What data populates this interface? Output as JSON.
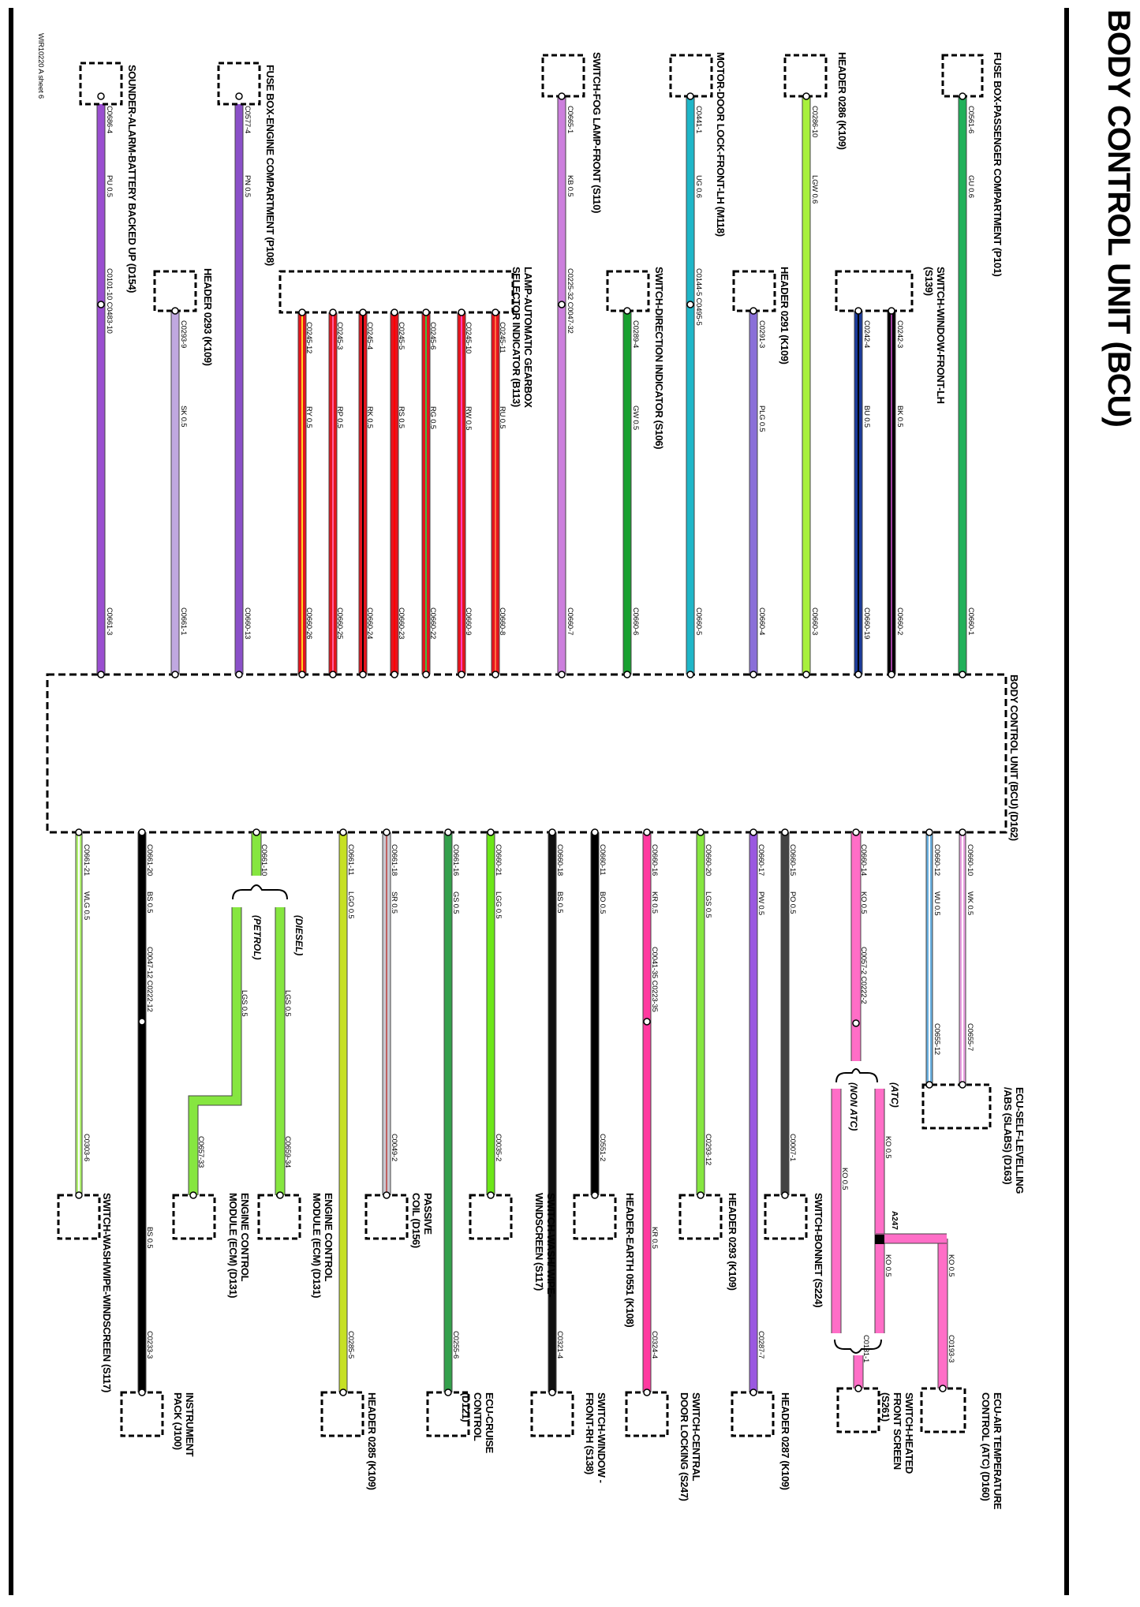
{
  "title": "BODY CONTROL UNIT (BCU)",
  "bcu_label": "BODY CONTROL UNIT (BCU) (D162)",
  "doc_ref": "WIR10220 A sheet 6",
  "colors": {
    "GU": "#21b15a",
    "LGW": "#a8f03c",
    "UG": "#1fb6c8",
    "KB": "#cc7fdd",
    "BK": "#a040a0",
    "BU": "#1a3a9a",
    "PLG": "#8a6fd8",
    "GW": "#18a030",
    "PU": "#9a4ed0",
    "PN": "#8a50c8",
    "SK": "#c0a8e0",
    "RED": "#e6141e",
    "LGS": "#86e640",
    "LGO": "#c6e024",
    "GS": "#34a04c",
    "LGG": "#6ce618",
    "BS": "#111111",
    "BO": "#000000",
    "KR": "#ff3aa0",
    "PW": "#9a58e0",
    "KO": "#ff6ec7",
    "WU": "#6ab0e0",
    "WK": "#e8a0e0",
    "WLG": "#b0f070",
    "SR": "#c06060"
  },
  "wires_top": [
    {
      "id": "g1",
      "color_code": "GU 0.6",
      "from_conn": "C0561-6",
      "to_conn": "C0660-1",
      "component": "FUSE BOX-PASSENGER COMPARTMENT (P101)",
      "splice": ""
    },
    {
      "id": "g2",
      "color_code": "LGW 0.6",
      "from_conn": "C0286-10",
      "to_conn": "C0660-3",
      "component": "HEADER 0286 (K109)",
      "splice": ""
    },
    {
      "id": "g3",
      "color_code": "UG 0.6",
      "from_conn": "C0441-1",
      "to_conn": "C0660-5",
      "component": "MOTOR-DOOR LOCK-FRONT-LH (M118)",
      "splice": "C0144-5 C0495-5"
    },
    {
      "id": "g4",
      "color_code": "KB 0.5",
      "from_conn": "C0665-1",
      "to_conn": "C0660-7",
      "component": "SWITCH-FOG LAMP-FRONT (S110)",
      "splice": "C0225-32 C0047-32"
    },
    {
      "id": "g5",
      "color_code": "BK 0.5",
      "from_conn": "C0242-3",
      "to_conn": "C0660-2",
      "component": "SWITCH-WINDOW-FRONT-LH (S139)",
      "splice": ""
    },
    {
      "id": "g6",
      "color_code": "BU 0.5",
      "from_conn": "C0242-4",
      "to_conn": "C0660-19",
      "component": "",
      "splice": ""
    },
    {
      "id": "g7",
      "color_code": "PLG 0.5",
      "from_conn": "C0291-3",
      "to_conn": "C0660-4",
      "component": "HEADER 0291 (K109)",
      "splice": ""
    },
    {
      "id": "g8",
      "color_code": "GW 0.5",
      "from_conn": "C0289-4",
      "to_conn": "C0660-6",
      "component": "SWITCH-DIRECTION INDICATOR (S106)",
      "splice": ""
    },
    {
      "id": "g9",
      "color_code": "PU 0.5",
      "from_conn": "C0686-4",
      "to_conn": "C0661-3",
      "component": "SOUNDER-ALARM-BATTERY BACKED UP (D154)",
      "splice": "C0101-10 C0483-10"
    },
    {
      "id": "g10",
      "color_code": "PN 0.5",
      "from_conn": "C0577-4",
      "to_conn": "C0660-13",
      "component": "FUSE BOX-ENGINE COMPARTMENT (P108)",
      "splice": ""
    },
    {
      "id": "g11",
      "color_code": "SK 0.5",
      "from_conn": "C0293-9",
      "to_conn": "C0661-1",
      "component": "HEADER 0293 (K109)",
      "splice": ""
    }
  ],
  "gearbox_component": "LAMP-AUTOMATIC GEARBOX SELECTOR INDICATOR (B113)",
  "gearbox_wires": [
    {
      "from_conn": "C0245-11",
      "color_code": "RU 0.5",
      "to_conn": "C0660-8"
    },
    {
      "from_conn": "C0245-10",
      "color_code": "RW 0.5",
      "to_conn": "C0660-9"
    },
    {
      "from_conn": "C0245-6",
      "color_code": "RG 0.5",
      "to_conn": "C0660-22"
    },
    {
      "from_conn": "C0245-5",
      "color_code": "RS 0.5",
      "to_conn": "C0660-23"
    },
    {
      "from_conn": "C0245-4",
      "color_code": "RK 0.5",
      "to_conn": "C0660-24"
    },
    {
      "from_conn": "C0245-3",
      "color_code": "RP 0.5",
      "to_conn": "C0660-25"
    },
    {
      "from_conn": "C0245-12",
      "color_code": "RY 0.5",
      "to_conn": "C0660-26"
    }
  ],
  "wires_bottom": [
    {
      "id": "b1",
      "from_conn": "C0660-10",
      "color_code": "WK 0.5",
      "to_conn": "C0655-7",
      "splice": ""
    },
    {
      "id": "b2",
      "from_conn": "C0660-12",
      "color_code": "WU 0.5",
      "to_conn": "C0655-12",
      "splice": ""
    },
    {
      "id": "b3",
      "from_conn": "C0660-14",
      "color_code": "KO 0.5",
      "to_conn": "",
      "splice": "C0057-2 C0222-2"
    },
    {
      "id": "b4",
      "from_conn": "C0660-15",
      "color_code": "PO 0.5",
      "to_conn": "C0007-1",
      "splice": ""
    },
    {
      "id": "b5",
      "from_conn": "C0660-17",
      "color_code": "PW 0.5",
      "to_conn": "C0287-7",
      "splice": ""
    },
    {
      "id": "b6",
      "from_conn": "C0660-20",
      "color_code": "LGS 0.5",
      "to_conn": "C0293-12",
      "splice": ""
    },
    {
      "id": "b7",
      "from_conn": "C0660-16",
      "color_code": "KR 0.5",
      "to_conn": "C0324-4",
      "splice": "C0041-35 C0223-35",
      "extra_code": "KR 0.5"
    },
    {
      "id": "b8",
      "from_conn": "C0660-11",
      "color_code": "BO 0.5",
      "to_conn": "C0551-2",
      "splice": ""
    },
    {
      "id": "b9",
      "from_conn": "C0660-18",
      "color_code": "BS 0.5",
      "to_conn": "C0321-4",
      "splice": ""
    },
    {
      "id": "b10",
      "from_conn": "C0660-21",
      "color_code": "LGG 0.5",
      "to_conn": "C0035-2",
      "splice": ""
    },
    {
      "id": "b11",
      "from_conn": "C0661-16",
      "color_code": "GS 0.5",
      "to_conn": "C0255-6",
      "splice": ""
    },
    {
      "id": "b12",
      "from_conn": "C0661-18",
      "color_code": "SR 0.5",
      "to_conn": "C0049-2",
      "splice": ""
    },
    {
      "id": "b13",
      "from_conn": "C0661-11",
      "color_code": "LGO 0.5",
      "to_conn": "C0285-5",
      "splice": ""
    },
    {
      "id": "b15",
      "from_conn": "C0661-20",
      "color_code": "BS 0.5",
      "to_conn": "C0233-3",
      "splice": "C0047-12 C0222-12",
      "extra_code": "BS 0.5"
    },
    {
      "id": "b16",
      "from_conn": "C0661-21",
      "color_code": "WLG 0.5",
      "to_conn": "C0303-6",
      "splice": ""
    }
  ],
  "ecm": {
    "from_conn": "C0661-10",
    "diesel": "(DIESEL)",
    "petrol": "(PETROL)",
    "diesel_code": "LGS 0.5",
    "petrol_code": "LGS 0.5",
    "diesel_to": "C0659-34",
    "petrol_to": "C0657-33"
  },
  "atc": {
    "atc_label": "(ATC)",
    "non_atc_label": "(NON ATC)",
    "code_atc": "KO 0.5",
    "code_non": "KO 0.5",
    "splice": "A247",
    "code_splice": "KO 0.5",
    "code_right": "KO 0.5",
    "to_atc": "C0193-3",
    "to_screen": "C0131-1"
  },
  "bottom_components": {
    "abs": "ECU-SELF-LEVELLING /ABS (SLABS) (D163)",
    "bonnet": "SWITCH-BONNET (S224)",
    "header0293": "HEADER 0293 (K109)",
    "earth": "HEADER-EARTH 0551 (K108)",
    "washwipe": "SWITCH-WASH/ WIPE-WINDSCREEN (S117)",
    "coil": "PASSIVE COIL (D156)",
    "ecm_diesel": "ENGINE CONTROL MODULE (ECM) (D131)",
    "ecm_petrol": "ENGINE CONTROL MODULE (ECM) (D131)",
    "washwipe2": "SWITCH-WASH/WIPE-WINDSCREEN (S117)",
    "atc": "ECU-AIR TEMPERATURE CONTROL (ATC) (D160)",
    "heated": "SWITCH-HEATED FRONT SCREEN (S261)",
    "header0287": "HEADER 0287 (K109)",
    "cdl": "SWITCH-CENTRAL DOOR LOCKING (S247)",
    "window_rh": "SWITCH-WINDOW -FRONT-RH (S138)",
    "cruise": "ECU-CRUISE CONTROL (D121)",
    "header0285": "HEADER 0285 (K109)",
    "instrument": "INSTRUMENT PACK (J100)"
  }
}
